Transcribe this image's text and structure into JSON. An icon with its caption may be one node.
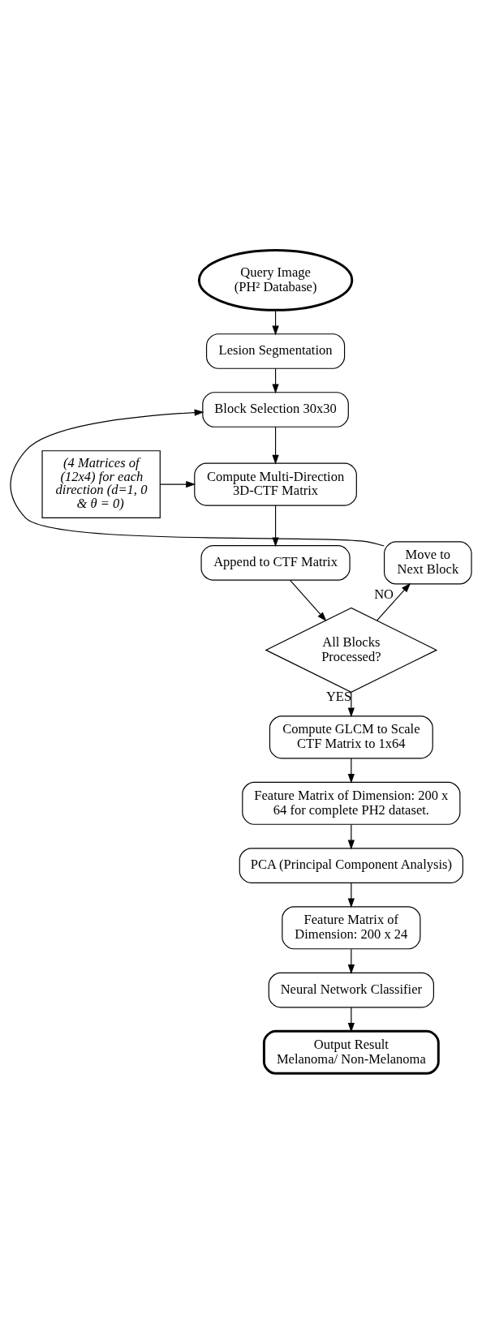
{
  "diagram": {
    "nodes": [
      {
        "text": [
          "Query Image (PH² Database)"
        ]
      },
      {
        "text": [
          "Lesion Segmentation"
        ]
      },
      {
        "text": [
          "Block Selection 30x30"
        ]
      },
      {
        "text": [
          "(4 Matrices of (12x4) for each direction (d=1, 0 & θ = 0)"
        ]
      },
      {
        "text": [
          "Compute Multi-Direction 3D-CTF Matrix"
        ]
      },
      {
        "text": [
          "Append to CTF Matrix"
        ]
      },
      {
        "text": [
          "Move to Next Block"
        ]
      },
      {
        "text": [
          "All Blocks Processed?"
        ]
      },
      {
        "text": [
          "Compute GLCM to Scale CTF Matrix to 1x64"
        ]
      },
      {
        "text": [
          "Feature Matrix of Dimension: 200 x 64 for complete PH2 dataset."
        ]
      },
      {
        "text": [
          "PCA (Principal Component Analysis)"
        ]
      },
      {
        "text": [
          "Feature Matrix of Dimension: 200 x 24"
        ]
      },
      {
        "text": [
          "Neural Network Classifier"
        ]
      },
      {
        "text": [
          "Output Result Melanoma/ Non-Melanoma"
        ]
      }
    ],
    "edges": [
      {
        "from": 0,
        "to": 1,
        "arrow": "to"
      },
      {
        "from": 1,
        "to": 2,
        "arrow": "to"
      },
      {
        "from": 2,
        "to": 4,
        "arrow": "to"
      },
      {
        "from": 3,
        "to": 4,
        "arrow": "to"
      },
      {
        "from": 4,
        "to": 5,
        "arrow": "to"
      },
      {
        "from": 5,
        "to": 7,
        "arrow": "to"
      },
      {
        "from": 7,
        "to": 6,
        "arrow": "to",
        "label": "NO"
      },
      {
        "from": 6,
        "to": 2,
        "arrow": "to"
      },
      {
        "from": 7,
        "to": 8,
        "arrow": "to",
        "label": "YES"
      },
      {
        "from": 8,
        "to": 9,
        "arrow": "to"
      },
      {
        "from": 9,
        "to": 10,
        "arrow": "to"
      },
      {
        "from": 10,
        "to": 11,
        "arrow": "to"
      },
      {
        "from": 11,
        "to": 12,
        "arrow": "to"
      },
      {
        "from": 12,
        "to": 13,
        "arrow": "to"
      }
    ]
  }
}
